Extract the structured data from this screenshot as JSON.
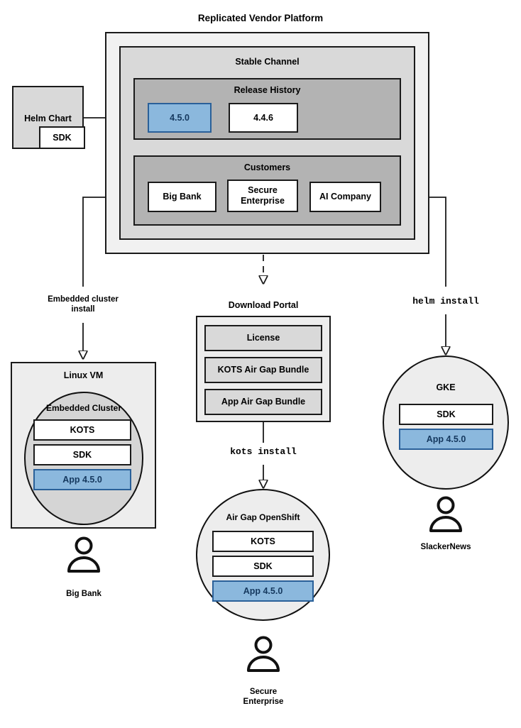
{
  "diagram": {
    "title": "Replicated Vendor Platform",
    "colors": {
      "accent_blue_fill": "#8bb8dd",
      "accent_blue_border": "#2a6099",
      "accent_blue_text": "#15385e",
      "outer_panel": "#f1f1f1",
      "channel_panel": "#d9d9d9",
      "inner_panel": "#b3b3b3",
      "plain_panel": "#ededed",
      "circle_fill": "#ededed",
      "cluster_circle_fill": "#d5d5d5",
      "stroke": "#1a1a1a"
    }
  },
  "source": {
    "helm_chart": "Helm Chart",
    "sdk": "SDK"
  },
  "platform": {
    "channel_title": "Stable Channel",
    "release_history": {
      "title": "Release History",
      "releases": [
        {
          "version": "4.5.0",
          "highlighted": true
        },
        {
          "version": "4.4.6",
          "highlighted": false
        }
      ]
    },
    "customers": {
      "title": "Customers",
      "items": [
        {
          "name": "Big Bank"
        },
        {
          "name": "Secure\nEnterprise"
        },
        {
          "name": "AI Company"
        }
      ]
    }
  },
  "edges": {
    "embedded_cluster_install": "Embedded cluster\ninstall",
    "helm_install": "helm install",
    "kots_install": "kots install"
  },
  "download_portal": {
    "title": "Download Portal",
    "artifacts": [
      "License",
      "KOTS Air Gap Bundle",
      "App Air Gap Bundle"
    ]
  },
  "targets": [
    {
      "id": "linux-vm",
      "title": "Linux VM",
      "inner_title": "Embedded Cluster",
      "components": [
        {
          "label": "KOTS",
          "highlighted": false
        },
        {
          "label": "SDK",
          "highlighted": false
        },
        {
          "label": "App 4.5.0",
          "highlighted": true
        }
      ],
      "customer": "Big Bank"
    },
    {
      "id": "air-gap-openshift",
      "title": "Air Gap OpenShift",
      "components": [
        {
          "label": "KOTS",
          "highlighted": false
        },
        {
          "label": "SDK",
          "highlighted": false
        },
        {
          "label": "App 4.5.0",
          "highlighted": true
        }
      ],
      "customer": "Secure\nEnterprise"
    },
    {
      "id": "gke",
      "title": "GKE",
      "components": [
        {
          "label": "SDK",
          "highlighted": false
        },
        {
          "label": "App 4.5.0",
          "highlighted": true
        }
      ],
      "customer": "SlackerNews"
    }
  ]
}
